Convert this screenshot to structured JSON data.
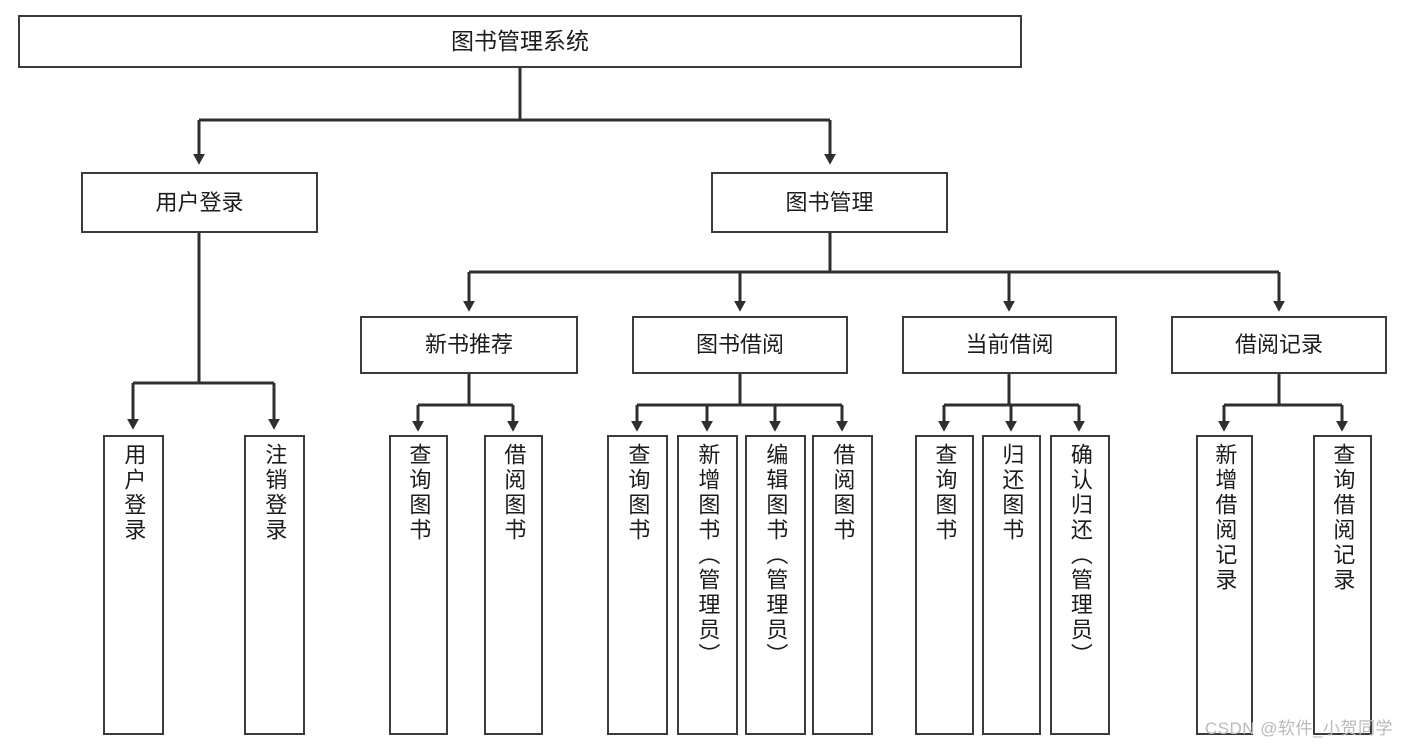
{
  "diagram": {
    "title": "图书管理系统",
    "type": "tree",
    "watermark": "CSDN @软件_小贺同学",
    "colors": {
      "box_border": "#3b3b3b",
      "box_fill": "#ffffff",
      "connector": "#2f2f2f",
      "text": "#1c1c1c",
      "watermark": "#b9b9b9"
    },
    "nodes": {
      "root": {
        "label": "图书管理系统",
        "level": 0
      },
      "user_login": {
        "label": "用户登录",
        "level": 1
      },
      "book_manage": {
        "label": "图书管理",
        "level": 1
      },
      "new_book_rec": {
        "label": "新书推荐",
        "level": 2
      },
      "book_borrow": {
        "label": "图书借阅",
        "level": 2
      },
      "current_borrow": {
        "label": "当前借阅",
        "level": 2
      },
      "borrow_record": {
        "label": "借阅记录",
        "level": 2
      },
      "leaf_user_login": {
        "label": "用户登录",
        "level": 3
      },
      "leaf_logout": {
        "label": "注销登录",
        "level": 3
      },
      "leaf_query_book_a": {
        "label": "查询图书",
        "level": 3
      },
      "leaf_borrow_book_a": {
        "label": "借阅图书",
        "level": 3
      },
      "leaf_query_book_b": {
        "label": "查询图书",
        "level": 3
      },
      "leaf_add_book": {
        "label": "新增图书（管理员）",
        "level": 3
      },
      "leaf_edit_book": {
        "label": "编辑图书（管理员）",
        "level": 3
      },
      "leaf_borrow_book_b": {
        "label": "借阅图书",
        "level": 3
      },
      "leaf_query_book_c": {
        "label": "查询图书",
        "level": 3
      },
      "leaf_return_book": {
        "label": "归还图书",
        "level": 3
      },
      "leaf_confirm_return": {
        "label": "确认归还（管理员）",
        "level": 3
      },
      "leaf_add_record": {
        "label": "新增借阅记录",
        "level": 3
      },
      "leaf_query_record": {
        "label": "查询借阅记录",
        "level": 3
      }
    },
    "edges": [
      {
        "from": "root",
        "to": "user_login"
      },
      {
        "from": "root",
        "to": "book_manage"
      },
      {
        "from": "user_login",
        "to": "leaf_user_login"
      },
      {
        "from": "user_login",
        "to": "leaf_logout"
      },
      {
        "from": "book_manage",
        "to": "new_book_rec"
      },
      {
        "from": "book_manage",
        "to": "book_borrow"
      },
      {
        "from": "book_manage",
        "to": "current_borrow"
      },
      {
        "from": "book_manage",
        "to": "borrow_record"
      },
      {
        "from": "new_book_rec",
        "to": "leaf_query_book_a"
      },
      {
        "from": "new_book_rec",
        "to": "leaf_borrow_book_a"
      },
      {
        "from": "book_borrow",
        "to": "leaf_query_book_b"
      },
      {
        "from": "book_borrow",
        "to": "leaf_add_book"
      },
      {
        "from": "book_borrow",
        "to": "leaf_edit_book"
      },
      {
        "from": "book_borrow",
        "to": "leaf_borrow_book_b"
      },
      {
        "from": "current_borrow",
        "to": "leaf_query_book_c"
      },
      {
        "from": "current_borrow",
        "to": "leaf_return_book"
      },
      {
        "from": "current_borrow",
        "to": "leaf_confirm_return"
      },
      {
        "from": "borrow_record",
        "to": "leaf_add_record"
      },
      {
        "from": "borrow_record",
        "to": "leaf_query_record"
      }
    ]
  }
}
